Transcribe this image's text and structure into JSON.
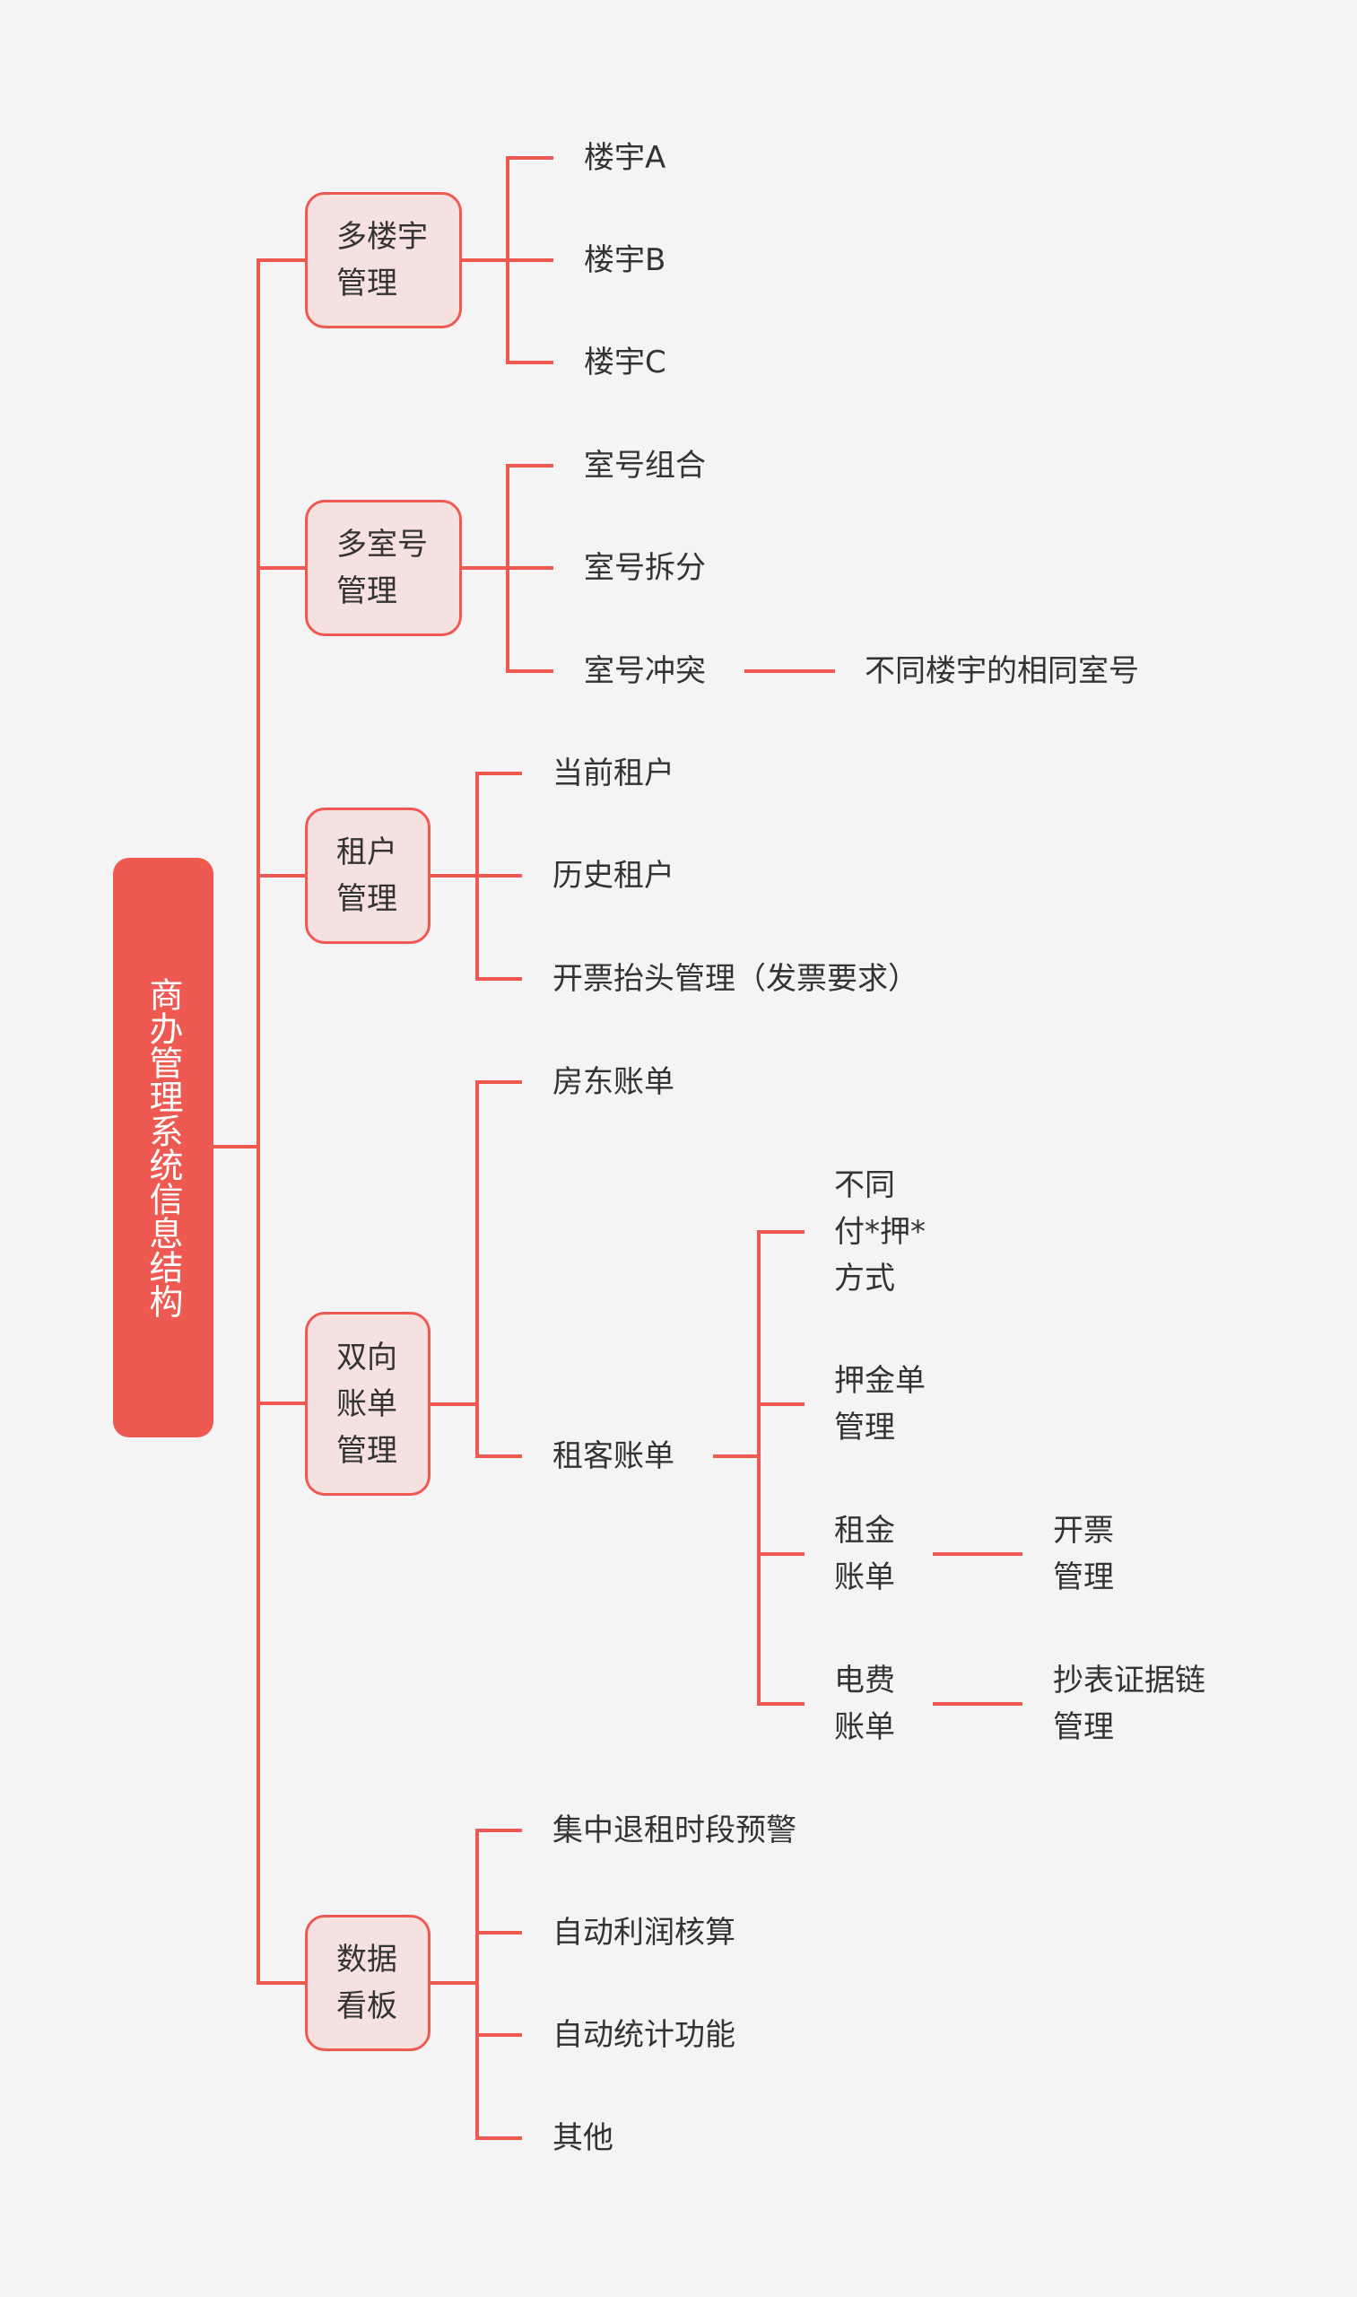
{
  "theme": {
    "accent": "#ee5a52",
    "box_fill": "#f5e1e0",
    "background": "#f4f4f4",
    "text": "#333333"
  },
  "root": {
    "label": "商办管理系统信息结构"
  },
  "branches": [
    {
      "label": "多楼宇\n管理",
      "children": [
        {
          "label": "楼宇A"
        },
        {
          "label": "楼宇B"
        },
        {
          "label": "楼宇C"
        }
      ]
    },
    {
      "label": "多室号\n管理",
      "children": [
        {
          "label": "室号组合"
        },
        {
          "label": "室号拆分"
        },
        {
          "label": "室号冲突",
          "children": [
            {
              "label": "不同楼宇的相同室号"
            }
          ]
        }
      ]
    },
    {
      "label": "租户\n管理",
      "children": [
        {
          "label": "当前租户"
        },
        {
          "label": "历史租户"
        },
        {
          "label": "开票抬头管理（发票要求）"
        }
      ]
    },
    {
      "label": "双向\n账单\n管理",
      "children": [
        {
          "label": "房东账单"
        },
        {
          "label": "租客账单",
          "children": [
            {
              "label": "不同\n付*押*\n方式"
            },
            {
              "label": "押金单\n管理"
            },
            {
              "label": "租金\n账单",
              "children": [
                {
                  "label": "开票\n管理"
                }
              ]
            },
            {
              "label": "电费\n账单",
              "children": [
                {
                  "label": "抄表证据链\n管理"
                }
              ]
            }
          ]
        }
      ]
    },
    {
      "label": "数据\n看板",
      "children": [
        {
          "label": "集中退租时段预警"
        },
        {
          "label": "自动利润核算"
        },
        {
          "label": "自动统计功能"
        },
        {
          "label": "其他"
        }
      ]
    }
  ]
}
